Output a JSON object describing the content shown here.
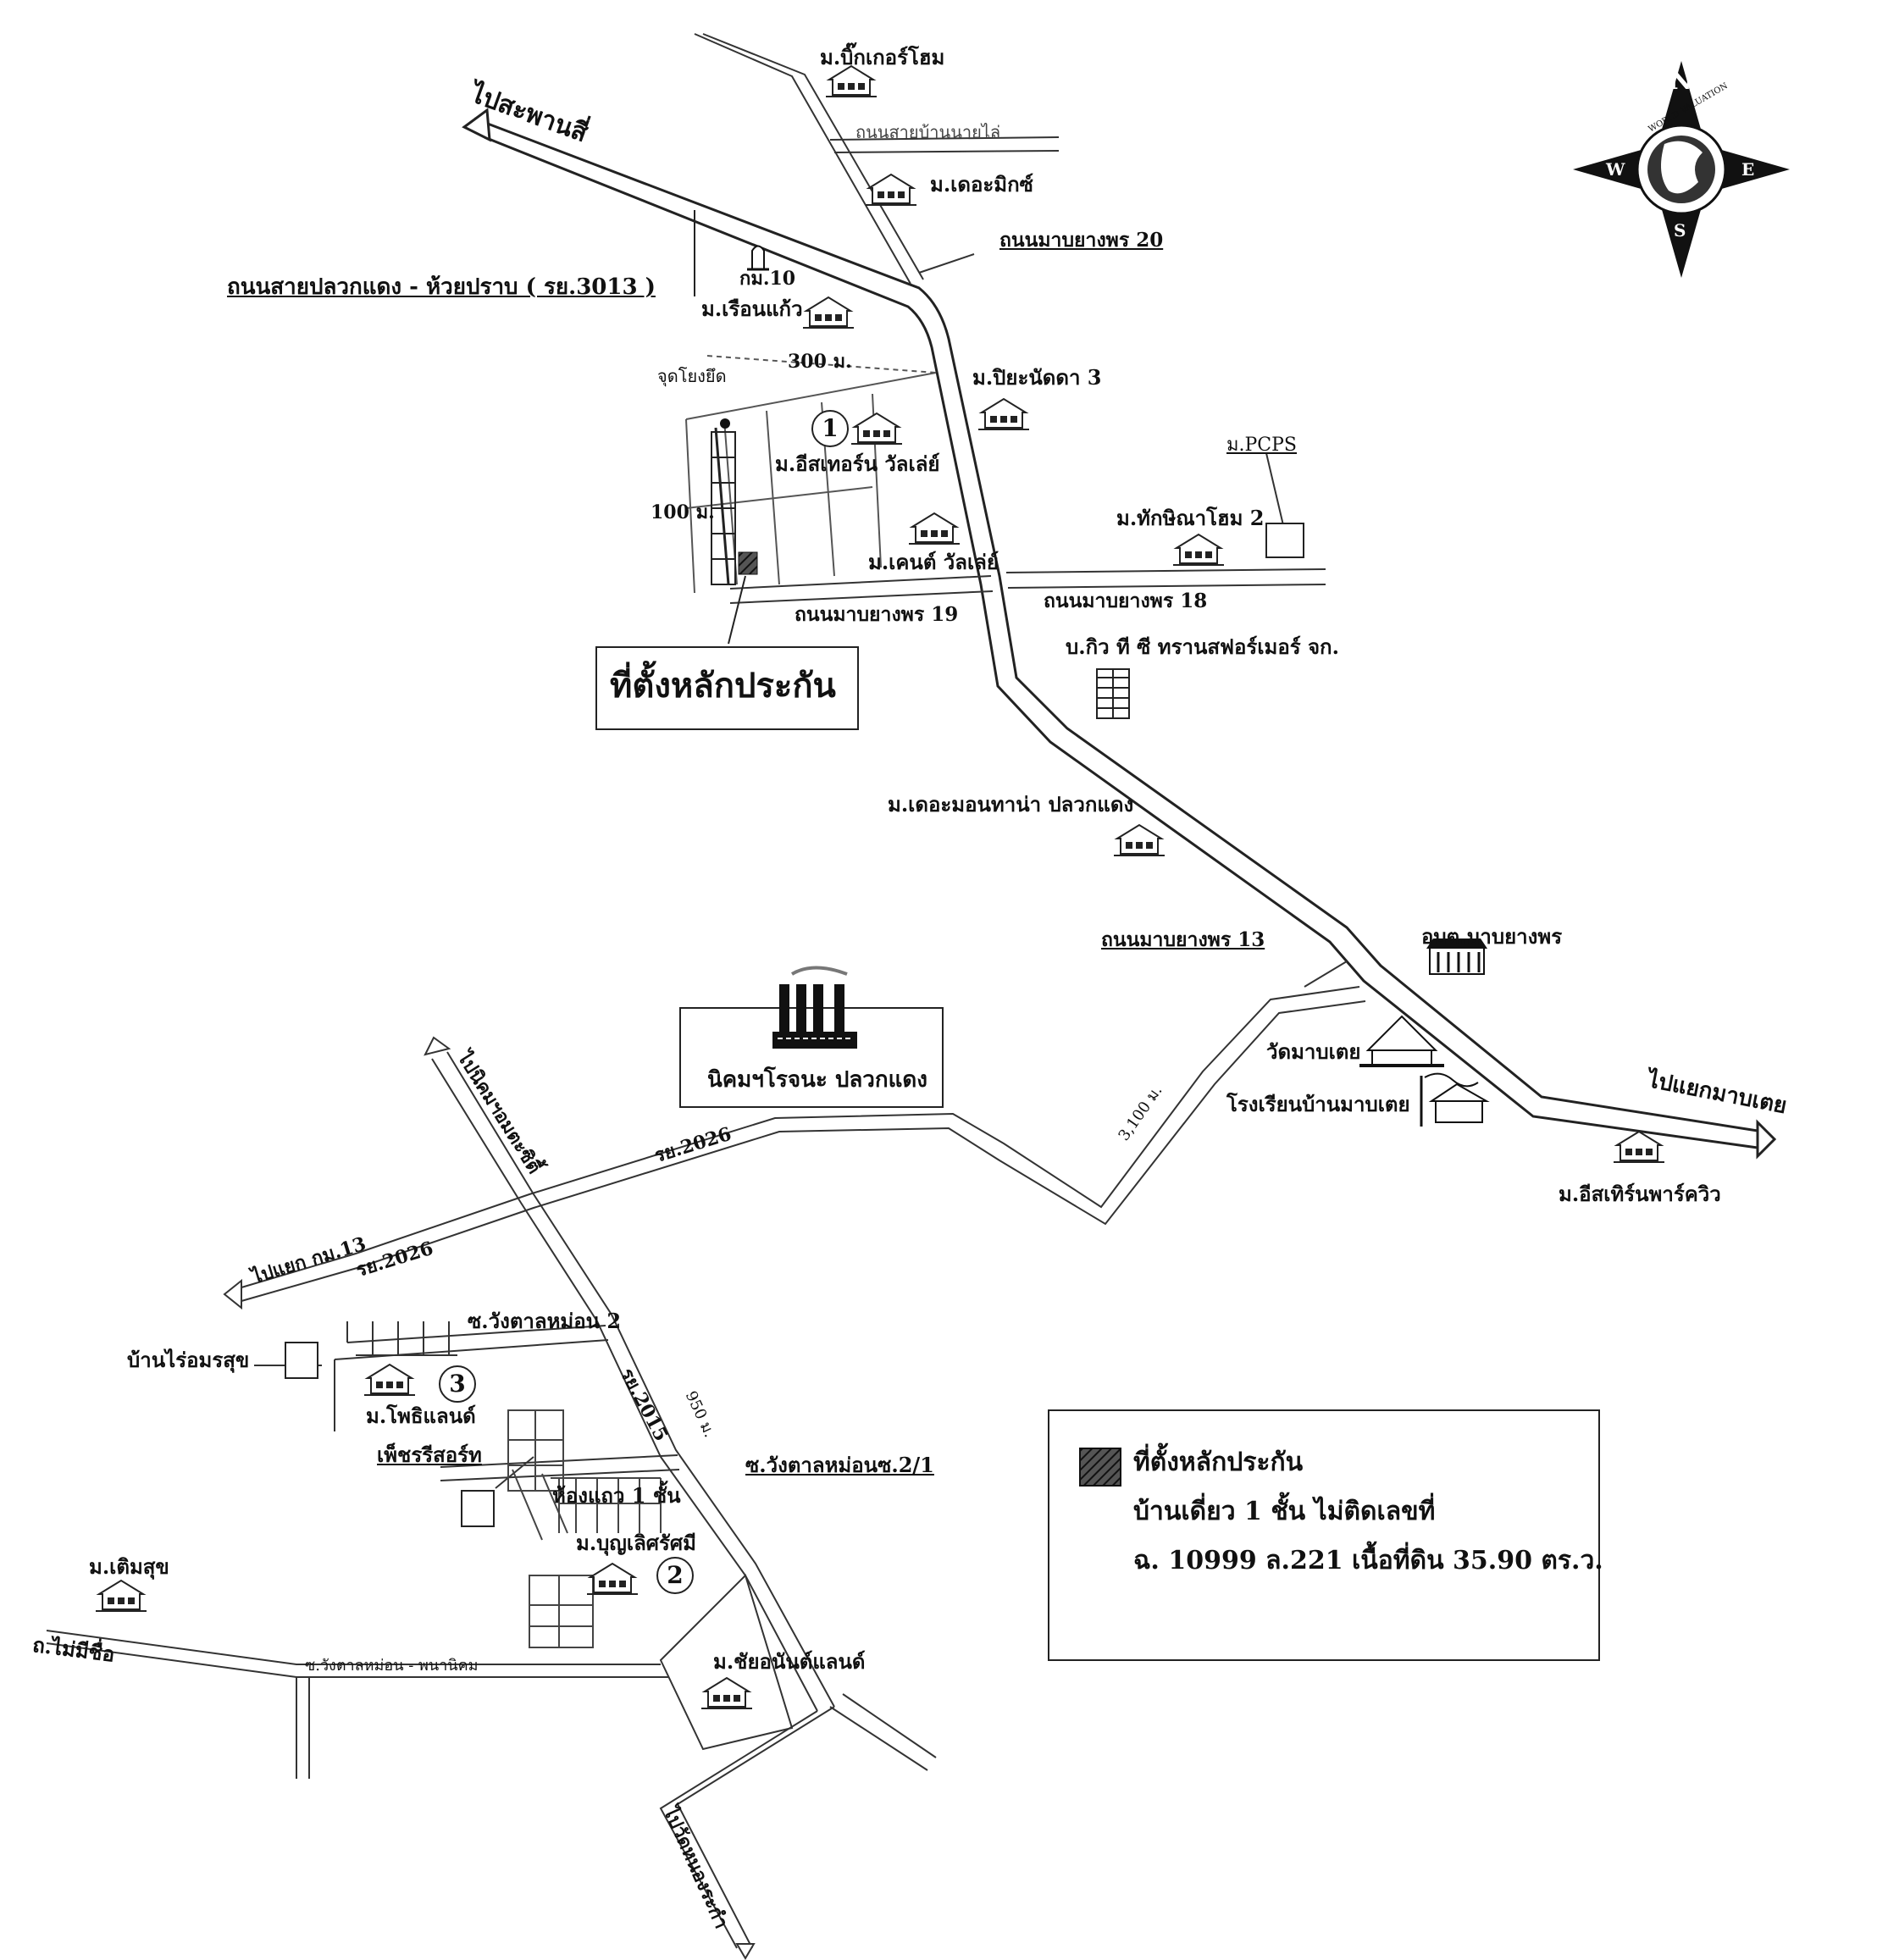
{
  "labels": {
    "to_saphan_si": "ไปสะพานสี่",
    "road_3013": "ถนนสายปลวกแดง - ห้วยปราบ ( รย.3013 )",
    "km10": "กม.10",
    "big_home": "ม.บิ๊กเกอร์โฮม",
    "road_bannaiyai": "ถนนสายบ้านนายไล่",
    "the_mix": "ม.เดอะมิกซ์",
    "road_20": "ถนนมาบยางพร 20",
    "ruenkaew": "ม.เรือนแก้ว",
    "dist_300": "300 ม.",
    "anchor": "จุดโยงยึด",
    "dist_100": "100 ม.",
    "piyanatda": "ม.ปิยะนัดดา 3",
    "eastern_valley": "ม.อีสเทอร์น วัลเล่ย์",
    "pcps": "ม.PCPS",
    "thaksina": "ม.ทักษิณาโฮม 2",
    "kent_valley": "ม.เคนต์ วัลเล่ย์",
    "road_18": "ถนนมาบยางพร 18",
    "road_19": "ถนนมาบยางพร 19",
    "collateral_big": "ที่ตั้งหลักประกัน",
    "kiw_company": "บ.กิว ที ซี ทรานสฟอร์เมอร์ จก.",
    "montana": "ม.เดอะมอนทาน่า ปลวกแดง",
    "road_13": "ถนนมาบยางพร 13",
    "obt": "อบต.มาบยางพร",
    "industrial": "นิคมฯโรจนะ ปลวกแดง",
    "wat": "วัดมาบเตย",
    "school": "โรงเรียนบ้านมาบเตย",
    "to_mabtoei": "ไปแยกมาบเตย",
    "eastern_park": "ม.อีสเทิร์นพาร์ควิว",
    "dist_3100": "3,100 ม.",
    "ry2026_a": "รย.2026",
    "ry2026_b": "รย.2026",
    "to_km13": "ไปแยก กม.13",
    "to_estate": "ไปนิคมฯอมตะซิตี้",
    "soi_wangtan2": "ซ.วังตาลหม่อน 2",
    "rai_orn": "บ้านไร่อมรสุข",
    "phothi": "ม.โพธิแลนด์",
    "ry2015": "รย.2015",
    "dist_950": "950 ม.",
    "phetcharee": "เพ็ชรรีสอร์ท",
    "soi_wangtan21": "ซ.วังตาลหม่อนซ.2/1",
    "rowhouse": "ห้องแถว 1 ชั้น",
    "boonlert": "ม.บุญเลิศรัศมี",
    "termsuk": "ม.เติมสุข",
    "no_name": "ถ.ไม่มีชื่อ",
    "soi_phanom": "ซ.วังตาลหม่อน - พนานิคม",
    "chaiyanan": "ม.ชัยอนันต์แลนด์",
    "to_wat_nong": "ไปวัดหนองระกำ"
  },
  "markers": {
    "m1": "1",
    "m2": "2",
    "m3": "3"
  },
  "compass": {
    "n": "N",
    "s": "S",
    "e": "E",
    "w": "W",
    "ring": "WORLD VALUATION"
  },
  "legend": {
    "line1": "ที่ตั้งหลักประกัน",
    "line2": "บ้านเดี่ยว 1 ชั้น  ไม่ติดเลขที่",
    "line3": "ฉ. 10999 ล.221 เนื้อที่ดิน 35.90 ตร.ว."
  },
  "colors": {
    "ink": "#111111",
    "hatch": "#333333"
  }
}
